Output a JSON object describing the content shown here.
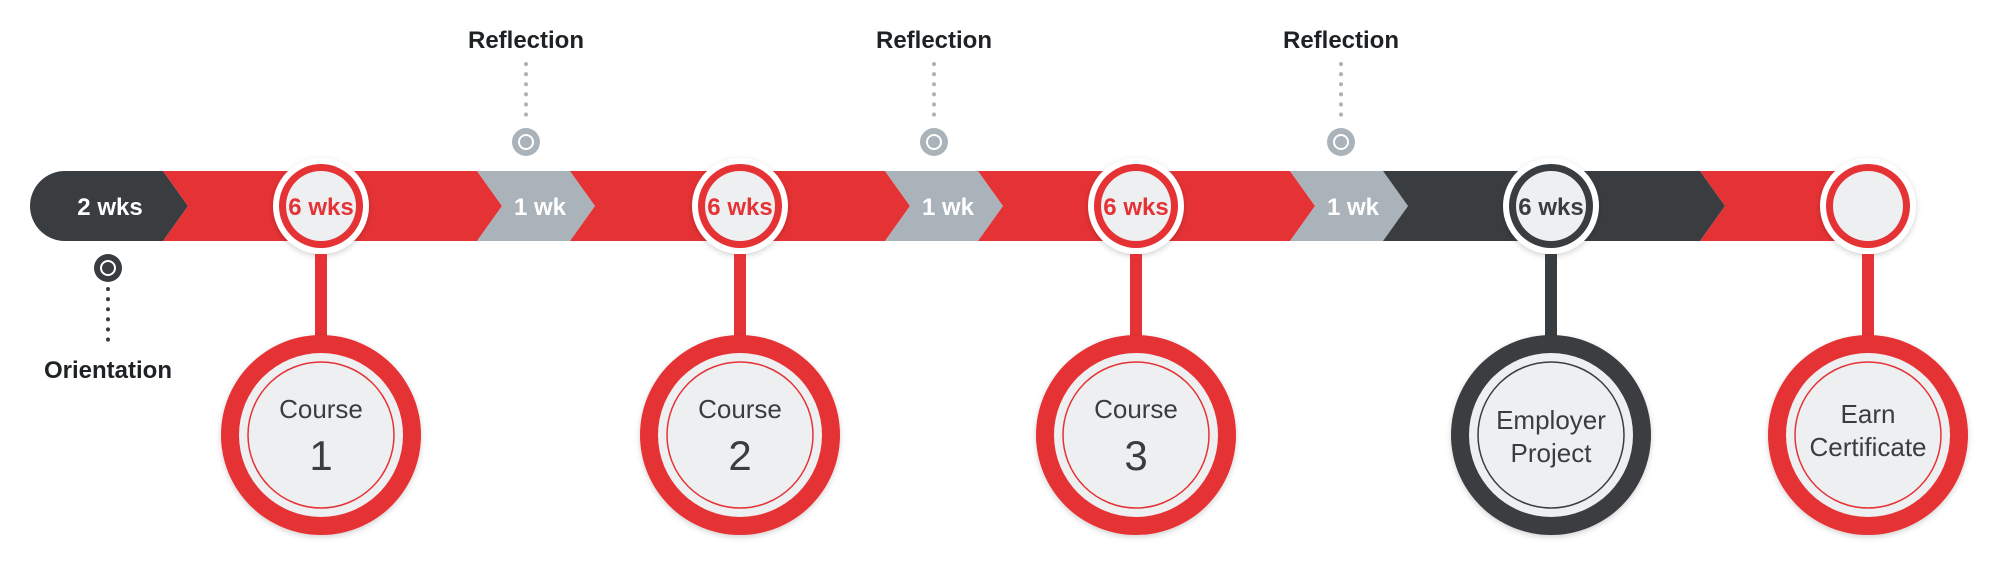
{
  "colors": {
    "red": "#e53235",
    "dark": "#3a3d3f",
    "gray": "#a9b3b9",
    "light": "#eeeff1",
    "dot_gray": "#a9b3b9",
    "dot_dark": "#3a3d3f",
    "white": "#ffffff"
  },
  "timeline": {
    "segments": [
      {
        "id": "orientation",
        "label": "2 wks"
      },
      {
        "id": "course-1",
        "label": "6 wks"
      },
      {
        "id": "reflection-1",
        "label": "1 wk"
      },
      {
        "id": "course-2",
        "label": "6 wks"
      },
      {
        "id": "reflection-2",
        "label": "1 wk"
      },
      {
        "id": "course-3",
        "label": "6 wks"
      },
      {
        "id": "reflection-3",
        "label": "1 wk"
      },
      {
        "id": "employer-project",
        "label": "6 wks"
      },
      {
        "id": "certificate",
        "label": ""
      }
    ],
    "callouts": {
      "orientation": "Orientation",
      "reflection": [
        "Reflection",
        "Reflection",
        "Reflection"
      ]
    }
  },
  "milestones": [
    {
      "id": "course-1",
      "line1": "Course",
      "line2": "1"
    },
    {
      "id": "course-2",
      "line1": "Course",
      "line2": "2"
    },
    {
      "id": "course-3",
      "line1": "Course",
      "line2": "3"
    },
    {
      "id": "employer-project",
      "line1": "Employer",
      "line2": "Project"
    },
    {
      "id": "earn-certificate",
      "line1": "Earn",
      "line2": "Certificate"
    }
  ]
}
